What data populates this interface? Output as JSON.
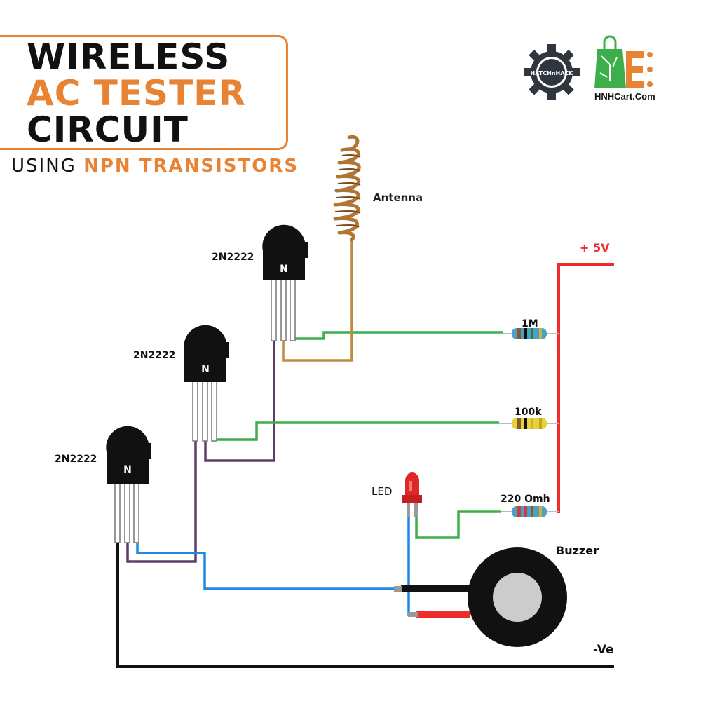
{
  "header": {
    "title_line1": "WIRELESS",
    "title_line2": "AC TESTER",
    "title_line3": "CIRCUIT",
    "subtitle_prefix": "USING",
    "subtitle_highlight": "NPN TRANSISTORS"
  },
  "logos": {
    "gear_logo_text": "HATCHnHACK",
    "cart_logo_text": "HNHCart.Com"
  },
  "labels": {
    "antenna": "Antenna",
    "plus5v": "+ 5V",
    "neg": "-Ve",
    "buzzer": "Buzzer",
    "led": "LED",
    "transistor_top": "2N2222",
    "transistor_mid": "2N2222",
    "transistor_bot": "2N2222",
    "npn_mark": "N",
    "r1": "1M",
    "r2": "100k",
    "r3": "220 Omh"
  },
  "colors": {
    "accent_orange": "#e98334",
    "wire_green": "#3cae4a",
    "wire_purple": "#5b3f6b",
    "wire_blue": "#1e88e5",
    "wire_red": "#ef2b2b",
    "wire_black": "#111111",
    "wire_brown": "#c08a3e",
    "transistor_body": "#111111"
  }
}
